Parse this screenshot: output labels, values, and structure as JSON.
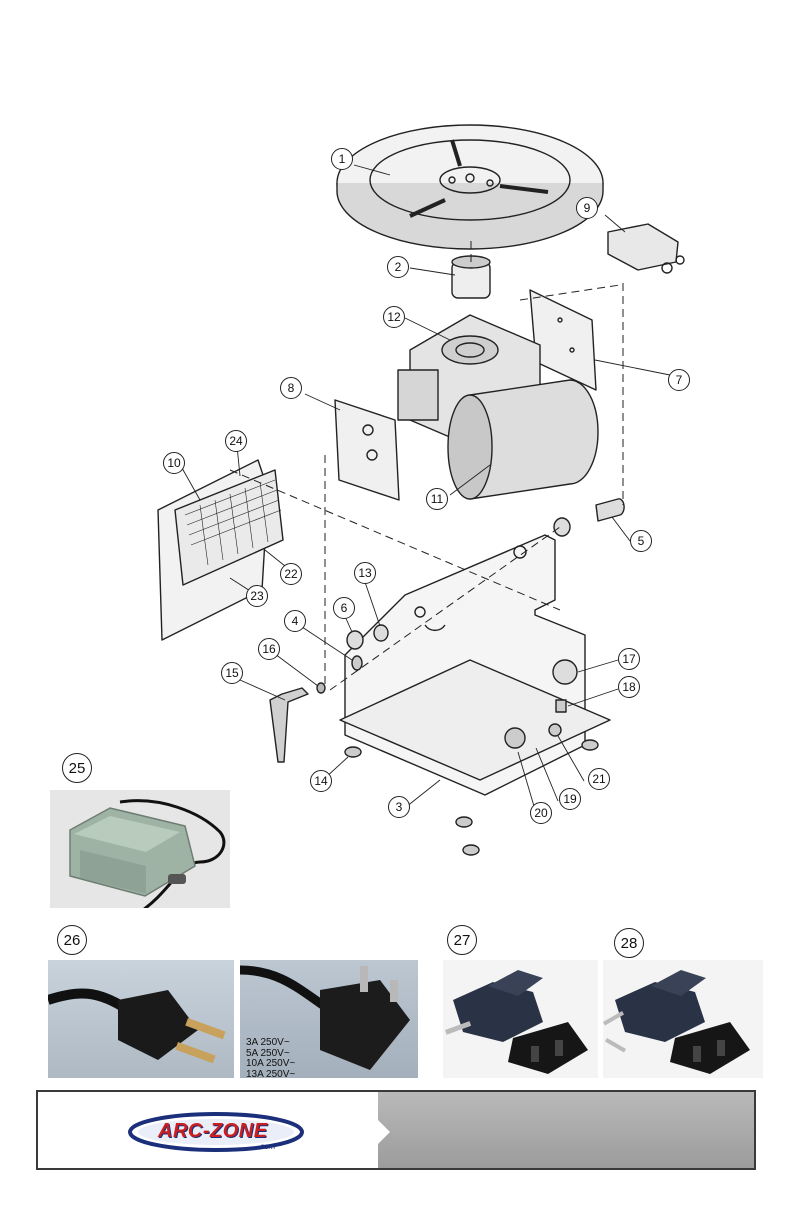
{
  "parts": {
    "p1": "1",
    "p2": "2",
    "p3": "3",
    "p4": "4",
    "p5": "5",
    "p6": "6",
    "p7": "7",
    "p8": "8",
    "p9": "9",
    "p10": "10",
    "p11": "11",
    "p12": "12",
    "p13": "13",
    "p14": "14",
    "p15": "15",
    "p16": "16",
    "p17": "17",
    "p18": "18",
    "p19": "19",
    "p20": "20",
    "p21": "21",
    "p22": "22",
    "p23": "23",
    "p24": "24",
    "p25": "25",
    "p26": "26",
    "p27": "27",
    "p28": "28"
  },
  "uk_plug_ratings": [
    "3A 250V~",
    "5A 250V~",
    "10A 250V~",
    "13A 250V~"
  ],
  "footer": {
    "logo_text": "ARC-ZONE",
    "logo_sub": ".com",
    "colors": {
      "logo_red": "#cc1f1f",
      "logo_blue": "#1b2f7a",
      "band_gray": "#a8a8a8"
    }
  }
}
